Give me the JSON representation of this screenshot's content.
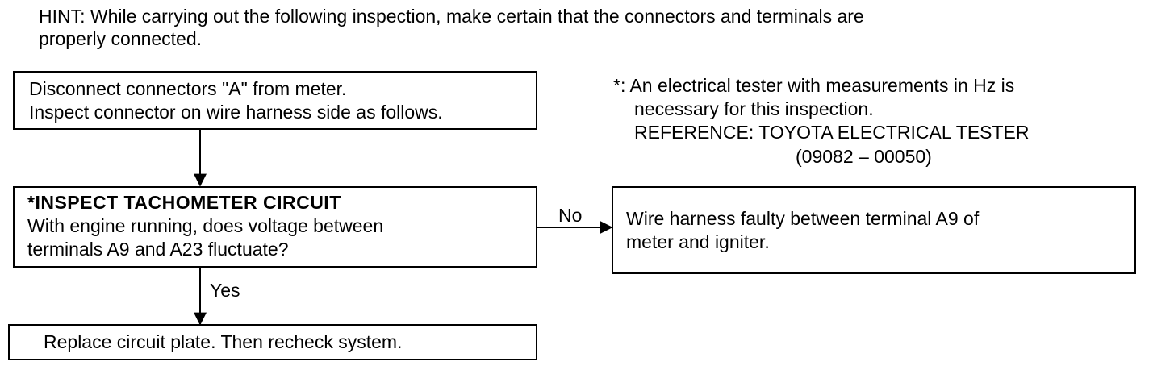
{
  "hint": {
    "line1": "HINT: While carrying out the following inspection, make certain that the connectors and terminals are",
    "line2": "properly connected."
  },
  "step1": {
    "line1": "Disconnect connectors \"A\" from meter.",
    "line2": "Inspect connector on wire harness side as follows."
  },
  "note": {
    "line1": "*: An electrical tester with measurements in Hz is",
    "line2": "necessary for this inspection.",
    "line3": "REFERENCE: TOYOTA ELECTRICAL TESTER",
    "line4": "(09082 – 00050)"
  },
  "inspect": {
    "heading": "*INSPECT TACHOMETER CIRCUIT",
    "line1": "With engine running, does voltage between",
    "line2": "terminals A9 and A23 fluctuate?"
  },
  "branch_no": "No",
  "branch_yes": "Yes",
  "fault": {
    "line1": "Wire harness faulty between terminal A9 of",
    "line2": "meter and igniter."
  },
  "result": "Replace circuit plate. Then recheck system."
}
